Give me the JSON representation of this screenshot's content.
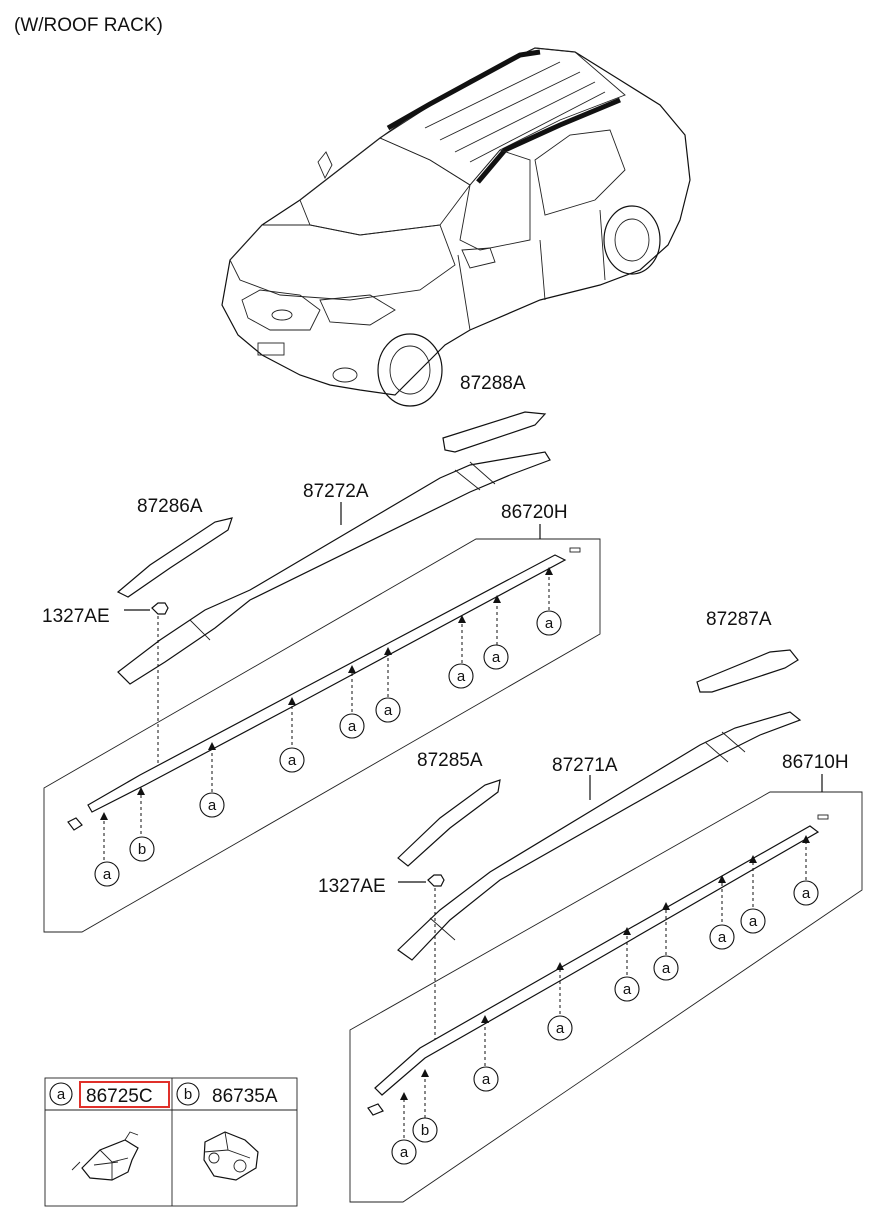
{
  "header": {
    "title": "(W/ROOF RACK)"
  },
  "parts": {
    "p87288A": "87288A",
    "p87272A": "87272A",
    "p87286A": "87286A",
    "p86720H": "86720H",
    "p1327AE_top": "1327AE",
    "p87287A": "87287A",
    "p87285A": "87285A",
    "p87271A": "87271A",
    "p86710H": "86710H",
    "p1327AE_bottom": "1327AE"
  },
  "callouts": {
    "a": "a",
    "b": "b"
  },
  "legend": {
    "a_key": "a",
    "a_part": "86725C",
    "b_key": "b",
    "b_part": "86735A",
    "highlight_color": "#e0302a"
  },
  "icons": [
    "suv-vehicle-illustration",
    "roof-rack-rail",
    "clip-icon",
    "bracket-icon"
  ]
}
